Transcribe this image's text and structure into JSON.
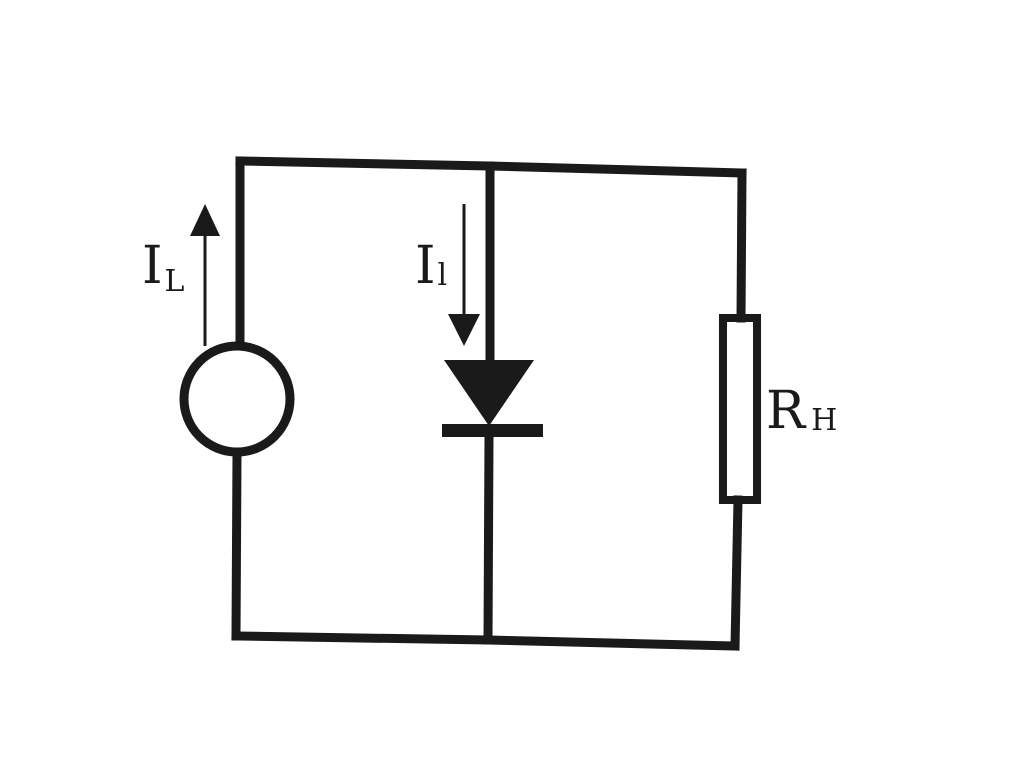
{
  "diagram": {
    "type": "circuit-schematic",
    "colors": {
      "ink": "#1a1a1a",
      "background": "#ffffff"
    },
    "components": [
      {
        "id": "current-source",
        "kind": "current source"
      },
      {
        "id": "diode",
        "kind": "diode"
      },
      {
        "id": "load-resistor",
        "kind": "resistor"
      }
    ],
    "labels": {
      "source_current": {
        "main": "I",
        "sub": "L"
      },
      "diode_current": {
        "main": "I",
        "sub": "l"
      },
      "load": {
        "main": "R",
        "sub": "H"
      }
    }
  }
}
